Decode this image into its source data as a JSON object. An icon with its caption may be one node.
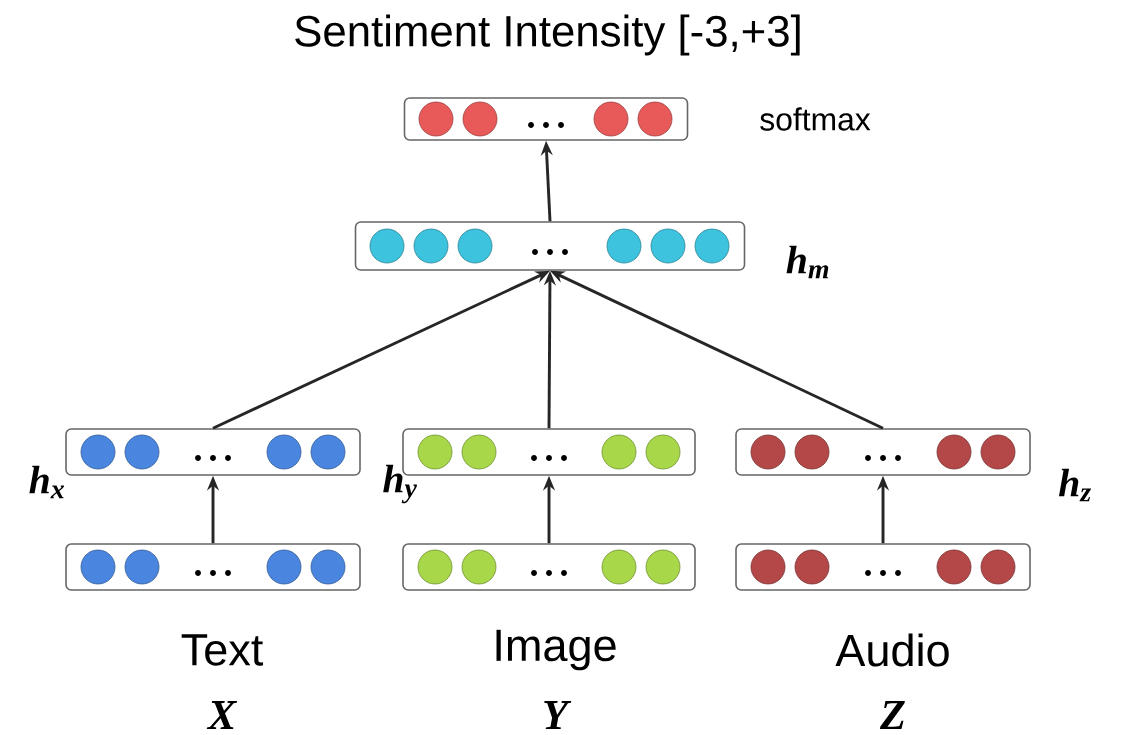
{
  "diagram": {
    "title": "Sentiment Intensity [-3,+3]",
    "nodes": [
      {
        "text": [],
        "shape": "box",
        "beside": [
          "softmax"
        ]
      },
      {
        "text": [],
        "shape": "box",
        "beside": [
          "h$_{m}$"
        ]
      },
      {
        "text": [],
        "shape": "box",
        "beside": [
          "h$_{x}$"
        ]
      },
      {
        "text": [],
        "shape": "box",
        "beside": [
          "h$_{y}$"
        ]
      },
      {
        "text": [],
        "shape": "box",
        "beside": [
          "h$_{z}$"
        ]
      },
      {
        "text": [],
        "shape": "box",
        "beside": [
          "Text",
          "X"
        ]
      },
      {
        "text": [],
        "shape": "box",
        "beside": [
          "Image",
          "Y"
        ]
      },
      {
        "text": [],
        "shape": "box",
        "beside": [
          "Audio",
          "Z"
        ]
      }
    ],
    "edges": [
      {
        "from": 1,
        "to": 0,
        "arrow": "to"
      },
      {
        "from": 2,
        "to": 1,
        "arrow": "to"
      },
      {
        "from": 3,
        "to": 1,
        "arrow": "to"
      },
      {
        "from": 4,
        "to": 1,
        "arrow": "to"
      },
      {
        "from": 5,
        "to": 2,
        "arrow": "to"
      },
      {
        "from": 6,
        "to": 3,
        "arrow": "to"
      },
      {
        "from": 7,
        "to": 4,
        "arrow": "to"
      }
    ]
  }
}
